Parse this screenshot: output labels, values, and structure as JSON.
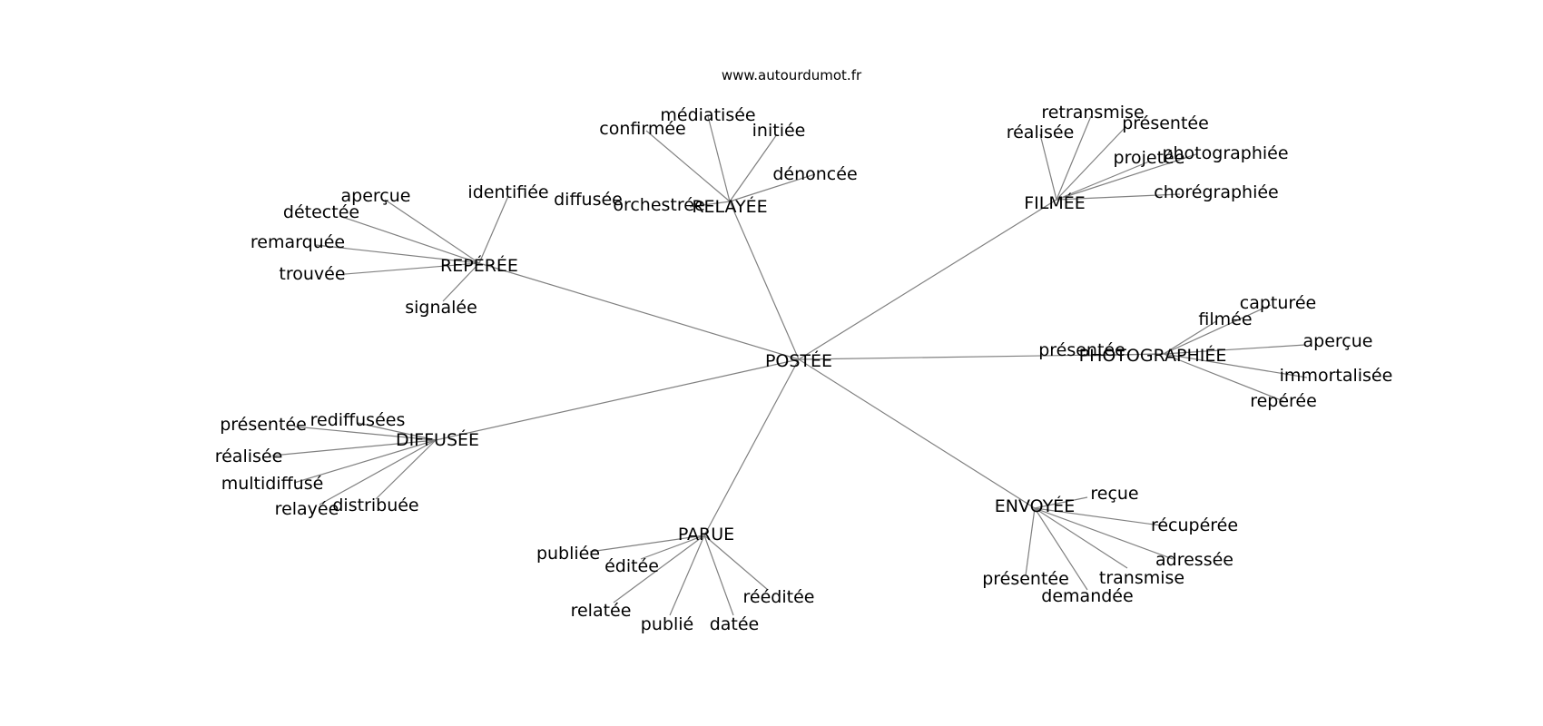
{
  "header": {
    "site": "www.autourdumot.fr"
  },
  "graph": {
    "center": "POSTÉE",
    "hubs": [
      {
        "id": "relayee",
        "label": "RELAYÉE",
        "leaves": [
          "médiatisée",
          "confirmée",
          "initiée",
          "dénoncée",
          "orchestrée"
        ]
      },
      {
        "id": "filmee",
        "label": "FILMÉE",
        "leaves": [
          "retransmise",
          "réalisée",
          "présentée",
          "photographiée",
          "projetée",
          "chorégraphiée"
        ]
      },
      {
        "id": "reperee",
        "label": "REPÉRÉE",
        "leaves": [
          "aperçue",
          "identifiée",
          "détectée",
          "remarquée",
          "trouvée",
          "signalée"
        ]
      },
      {
        "id": "photographiee",
        "label": "PHOTOGRAPHIÉE",
        "leaves": [
          "capturée",
          "filmée",
          "aperçue",
          "présentée",
          "immortalisée",
          "repérée"
        ]
      },
      {
        "id": "diffusee",
        "label": "DIFFUSÉE",
        "leaves": [
          "rediffusées",
          "présentée",
          "réalisée",
          "multidiffusé",
          "relayée",
          "distribuée"
        ]
      },
      {
        "id": "envoyee",
        "label": "ENVOYÉE",
        "leaves": [
          "reçue",
          "récupérée",
          "adressée",
          "transmise",
          "présentée",
          "demandée"
        ]
      },
      {
        "id": "parue",
        "label": "PARUE",
        "leaves": [
          "publiée",
          "éditée",
          "relatée",
          "publié",
          "datée",
          "rééditée"
        ]
      }
    ],
    "free_labels": [
      "diffusée"
    ]
  }
}
